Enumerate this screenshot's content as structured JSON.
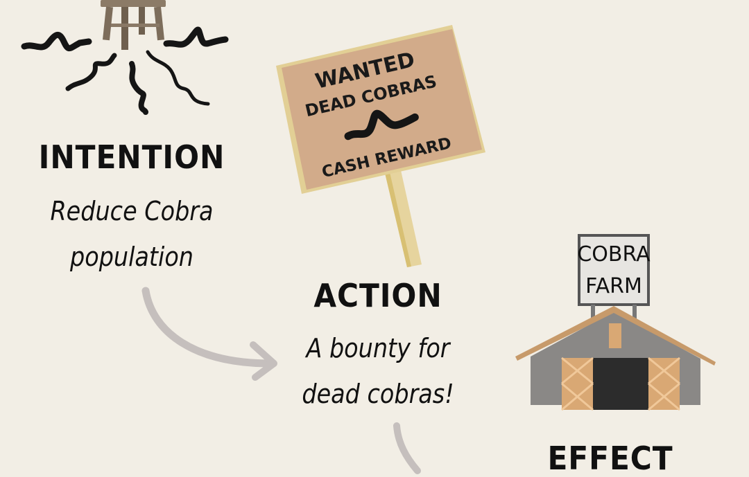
{
  "intention": {
    "heading": "INTENTION",
    "description_line1": "Reduce Cobra",
    "description_line2": "population"
  },
  "action": {
    "heading": "ACTION",
    "description_line1": "A bounty for",
    "description_line2": "dead cobras!"
  },
  "effect": {
    "heading": "EFFECT"
  },
  "wanted_sign": {
    "line1": "WANTED",
    "line2": "DEAD COBRAS",
    "line3": "CASH REWARD"
  },
  "barn_sign": {
    "line1": "COBRA",
    "line2": "FARM"
  },
  "colors": {
    "background": "#f2eee5",
    "sign_board": "#d2ab8a",
    "sign_edge": "#e8d9a8",
    "arrow": "#c5bfbd",
    "barn_wall": "#8a8886",
    "barn_roof": "#c79a6a",
    "barn_door": "#d9a874",
    "text": "#111111"
  }
}
